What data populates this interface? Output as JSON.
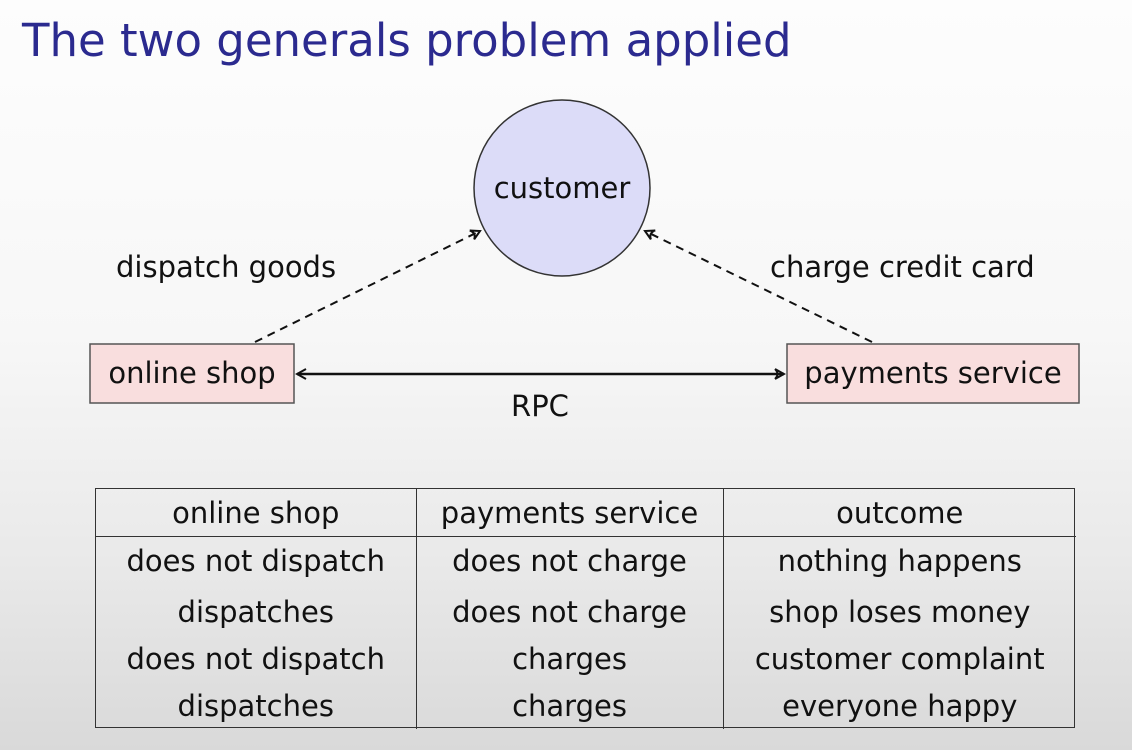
{
  "title": "The two generals problem applied",
  "diagram": {
    "customer": "customer",
    "shop": "online shop",
    "payments": "payments service",
    "left_arrow_label": "dispatch goods",
    "right_arrow_label": "charge credit card",
    "rpc_label": "RPC",
    "colors": {
      "customer_fill": "#dcdcf8",
      "box_fill": "#f9dede",
      "title": "#2b2a8f"
    }
  },
  "table": {
    "headers": [
      "online shop",
      "payments service",
      "outcome"
    ],
    "rows": [
      [
        "does not dispatch",
        "does not charge",
        "nothing happens"
      ],
      [
        "dispatches",
        "does not charge",
        "shop loses money"
      ],
      [
        "does not dispatch",
        "charges",
        "customer complaint"
      ],
      [
        "dispatches",
        "charges",
        "everyone happy"
      ]
    ]
  }
}
